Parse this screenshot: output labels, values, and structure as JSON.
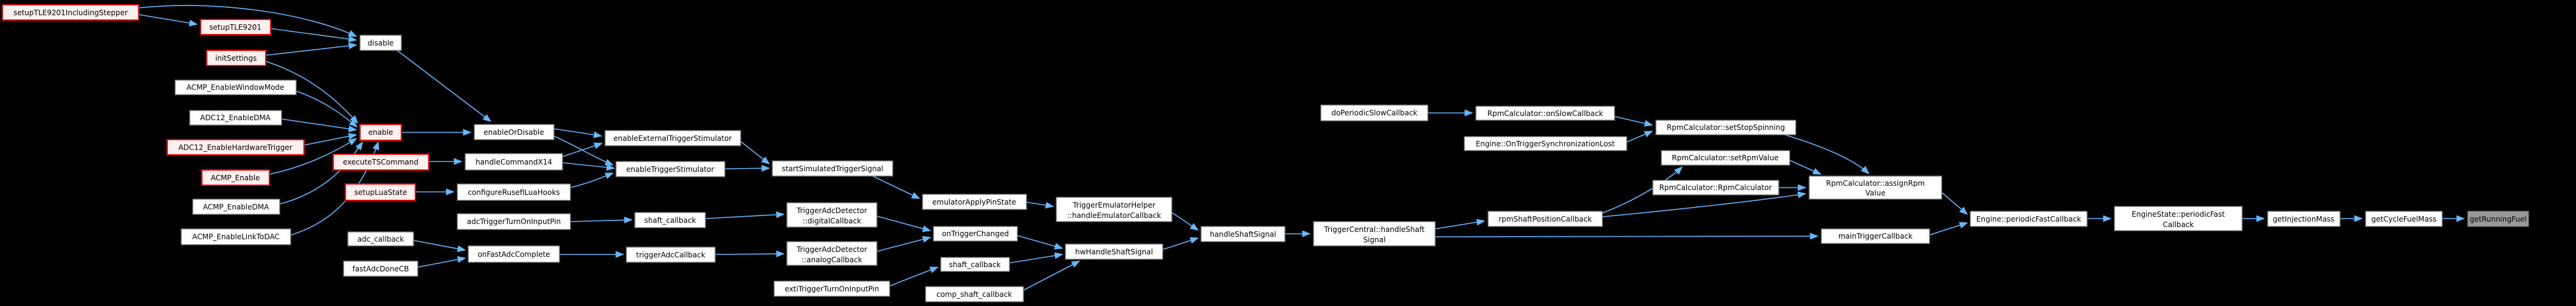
{
  "graph": {
    "title": "getRunningFuel caller graph",
    "colors": {
      "background": "#000000",
      "edge": "#63b8ff",
      "node_fill": "#ffffff",
      "node_border": "#757575",
      "truncated_fill": "#fff0f0",
      "truncated_border": "#ff0000",
      "focus_fill": "#999999",
      "text": "#000000"
    },
    "nodes": [
      {
        "id": "setupTLE9201IncludingStepper",
        "label": "setupTLE9201IncludingStepper",
        "style": "truncated"
      },
      {
        "id": "setupTLE9201",
        "label": "setupTLE9201",
        "style": "truncated"
      },
      {
        "id": "initSettings",
        "label": "initSettings",
        "style": "truncated"
      },
      {
        "id": "ACMP_EnableWindowMode",
        "label": "ACMP_EnableWindowMode",
        "style": "normal"
      },
      {
        "id": "ADC12_EnableDMA",
        "label": "ADC12_EnableDMA",
        "style": "normal"
      },
      {
        "id": "ADC12_EnableHardwareTrigger",
        "label": "ADC12_EnableHardwareTrigger",
        "style": "truncated"
      },
      {
        "id": "ACMP_Enable",
        "label": "ACMP_Enable",
        "style": "truncated"
      },
      {
        "id": "ACMP_EnableDMA",
        "label": "ACMP_EnableDMA",
        "style": "normal"
      },
      {
        "id": "ACMP_EnableLinkToDAC",
        "label": "ACMP_EnableLinkToDAC",
        "style": "normal"
      },
      {
        "id": "disable",
        "label": "disable",
        "style": "normal"
      },
      {
        "id": "enable",
        "label": "enable",
        "style": "truncated"
      },
      {
        "id": "executeTSCommand",
        "label": "executeTSCommand",
        "style": "truncated"
      },
      {
        "id": "setupLuaState",
        "label": "setupLuaState",
        "style": "truncated"
      },
      {
        "id": "adc_callback",
        "label": "adc_callback",
        "style": "normal"
      },
      {
        "id": "fastAdcDoneCB",
        "label": "fastAdcDoneCB",
        "style": "normal"
      },
      {
        "id": "enableOrDisable",
        "label": "enableOrDisable",
        "style": "normal"
      },
      {
        "id": "handleCommandX14",
        "label": "handleCommandX14",
        "style": "normal"
      },
      {
        "id": "configureRusefiLuaHooks",
        "label": "configureRusefiLuaHooks",
        "style": "normal"
      },
      {
        "id": "adcTriggerTurnOnInputPin",
        "label": "adcTriggerTurnOnInputPin",
        "style": "normal"
      },
      {
        "id": "onFastAdcComplete",
        "label": "onFastAdcComplete",
        "style": "normal"
      },
      {
        "id": "enableExternalTriggerStimulator",
        "label": "enableExternalTriggerStimulator",
        "style": "normal"
      },
      {
        "id": "enableTriggerStimulator",
        "label": "enableTriggerStimulator",
        "style": "normal"
      },
      {
        "id": "shaft_callback",
        "label": "shaft_callback",
        "style": "normal"
      },
      {
        "id": "triggerAdcCallback",
        "label": "triggerAdcCallback",
        "style": "normal"
      },
      {
        "id": "startSimulatedTriggerSignal",
        "label": "startSimulatedTriggerSignal",
        "style": "normal"
      },
      {
        "id": "TriggerAdcDetector_digitalCallback",
        "label": "TriggerAdcDetector",
        "label2": "::digitalCallback",
        "style": "normal"
      },
      {
        "id": "TriggerAdcDetector_analogCallback",
        "label": "TriggerAdcDetector",
        "label2": "::analogCallback",
        "style": "normal"
      },
      {
        "id": "extiTriggerTurnOnInputPin",
        "label": "extiTriggerTurnOnInputPin",
        "style": "normal"
      },
      {
        "id": "emulatorApplyPinState",
        "label": "emulatorApplyPinState",
        "style": "normal"
      },
      {
        "id": "onTriggerChanged",
        "label": "onTriggerChanged",
        "style": "normal"
      },
      {
        "id": "shaft_callback_2",
        "label": "shaft_callback",
        "style": "normal"
      },
      {
        "id": "comp_shaft_callback",
        "label": "comp_shaft_callback",
        "style": "normal"
      },
      {
        "id": "TriggerEmulatorHelper_handleEmulatorCallback",
        "label": "TriggerEmulatorHelper",
        "label2": "::handleEmulatorCallback",
        "style": "normal"
      },
      {
        "id": "hwHandleShaftSignal",
        "label": "hwHandleShaftSignal",
        "style": "normal"
      },
      {
        "id": "handleShaftSignal",
        "label": "handleShaftSignal",
        "style": "normal"
      },
      {
        "id": "TriggerCentral_handleShaftSignal",
        "label": "TriggerCentral::handleShaft",
        "label2": "Signal",
        "style": "normal"
      },
      {
        "id": "doPeriodicSlowCallback",
        "label": "doPeriodicSlowCallback",
        "style": "normal"
      },
      {
        "id": "RpmCalculator_onSlowCallback",
        "label": "RpmCalculator::onSlowCallback",
        "style": "normal"
      },
      {
        "id": "Engine_OnTriggerSynchronizationLost",
        "label": "Engine::OnTriggerSynchronizationLost",
        "style": "normal"
      },
      {
        "id": "rpmShaftPositionCallback",
        "label": "rpmShaftPositionCallback",
        "style": "normal"
      },
      {
        "id": "RpmCalculator_setStopSpinning",
        "label": "RpmCalculator::setStopSpinning",
        "style": "normal"
      },
      {
        "id": "RpmCalculator_setRpmValue",
        "label": "RpmCalculator::setRpmValue",
        "style": "normal"
      },
      {
        "id": "RpmCalculator_RpmCalculator",
        "label": "RpmCalculator::RpmCalculator",
        "style": "normal"
      },
      {
        "id": "RpmCalculator_assignRpmValue",
        "label": "RpmCalculator::assignRpm",
        "label2": "Value",
        "style": "normal"
      },
      {
        "id": "mainTriggerCallback",
        "label": "mainTriggerCallback",
        "style": "normal"
      },
      {
        "id": "Engine_periodicFastCallback",
        "label": "Engine::periodicFastCallback",
        "style": "normal"
      },
      {
        "id": "EngineState_periodicFastCallback",
        "label": "EngineState::periodicFast",
        "label2": "Callback",
        "style": "normal"
      },
      {
        "id": "getInjectionMass",
        "label": "getInjectionMass",
        "style": "normal"
      },
      {
        "id": "getCycleFuelMass",
        "label": "getCycleFuelMass",
        "style": "normal"
      },
      {
        "id": "getRunningFuel",
        "label": "getRunningFuel",
        "style": "focus"
      }
    ],
    "edges": [
      "setupTLE9201IncludingStepper->disable",
      "setupTLE9201IncludingStepper->setupTLE9201",
      "setupTLE9201->disable",
      "initSettings->disable",
      "initSettings->enable",
      "ACMP_EnableWindowMode->enable",
      "ADC12_EnableDMA->enable",
      "ADC12_EnableHardwareTrigger->enable",
      "ACMP_Enable->enable",
      "ACMP_EnableDMA->enable",
      "ACMP_EnableLinkToDAC->enable",
      "disable->enableOrDisable",
      "enable->enableOrDisable",
      "executeTSCommand->handleCommandX14",
      "setupLuaState->configureRusefiLuaHooks",
      "enableOrDisable->enableExternalTriggerStimulator",
      "enableOrDisable->enableTriggerStimulator",
      "handleCommandX14->enableExternalTriggerStimulator",
      "handleCommandX14->enableTriggerStimulator",
      "configureRusefiLuaHooks->enableTriggerStimulator",
      "enableExternalTriggerStimulator->startSimulatedTriggerSignal",
      "enableTriggerStimulator->startSimulatedTriggerSignal",
      "startSimulatedTriggerSignal->emulatorApplyPinState",
      "emulatorApplyPinState->TriggerEmulatorHelper_handleEmulatorCallback",
      "adcTriggerTurnOnInputPin->shaft_callback",
      "shaft_callback->TriggerAdcDetector_digitalCallback",
      "adc_callback->onFastAdcComplete",
      "fastAdcDoneCB->onFastAdcComplete",
      "onFastAdcComplete->triggerAdcCallback",
      "triggerAdcCallback->TriggerAdcDetector_analogCallback",
      "TriggerAdcDetector_digitalCallback->onTriggerChanged",
      "TriggerAdcDetector_analogCallback->onTriggerChanged",
      "extiTriggerTurnOnInputPin->shaft_callback_2",
      "onTriggerChanged->hwHandleShaftSignal",
      "shaft_callback_2->hwHandleShaftSignal",
      "comp_shaft_callback->hwHandleShaftSignal",
      "TriggerEmulatorHelper_handleEmulatorCallback->handleShaftSignal",
      "hwHandleShaftSignal->handleShaftSignal",
      "handleShaftSignal->TriggerCentral_handleShaftSignal",
      "TriggerCentral_handleShaftSignal->rpmShaftPositionCallback",
      "TriggerCentral_handleShaftSignal->mainTriggerCallback",
      "doPeriodicSlowCallback->RpmCalculator_onSlowCallback",
      "RpmCalculator_onSlowCallback->RpmCalculator_setStopSpinning",
      "Engine_OnTriggerSynchronizationLost->RpmCalculator_setStopSpinning",
      "RpmCalculator_setStopSpinning->RpmCalculator_assignRpmValue",
      "RpmCalculator_setRpmValue->RpmCalculator_assignRpmValue",
      "RpmCalculator_RpmCalculator->RpmCalculator_assignRpmValue",
      "rpmShaftPositionCallback->RpmCalculator_setRpmValue",
      "rpmShaftPositionCallback->RpmCalculator_assignRpmValue",
      "RpmCalculator_assignRpmValue->Engine_periodicFastCallback",
      "mainTriggerCallback->Engine_periodicFastCallback",
      "Engine_periodicFastCallback->EngineState_periodicFastCallback",
      "EngineState_periodicFastCallback->getInjectionMass",
      "getInjectionMass->getCycleFuelMass",
      "getCycleFuelMass->getRunningFuel"
    ]
  }
}
